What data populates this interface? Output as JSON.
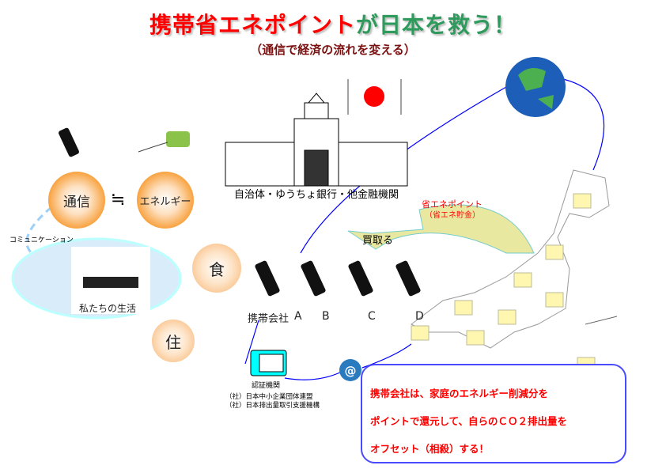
{
  "title": {
    "part1": "携帯省エネポイント",
    "part2": "が日本を救う！"
  },
  "subtitle": "（通信で経済の流れを変える）",
  "orbs": {
    "communication": "通信",
    "approx": "≒",
    "energy": "エネルギー",
    "food": "食",
    "housing": "住"
  },
  "communication_label": "コミュニケーション",
  "life_label": "私たちの生活",
  "institutions": "自治体・ゆうちょ銀行・他金融機関",
  "points": {
    "title": "省エネポイント",
    "sub": "（省エネ貯金）",
    "buy": "買取る"
  },
  "carriers": {
    "label": "携帯会社",
    "a": "A",
    "b": "B",
    "c": "C",
    "d": "D"
  },
  "certifier": {
    "title": "認証機関",
    "org1": "（社）日本中小企業団体連盟",
    "org2": "（社）日本排出量取引支援機構"
  },
  "at_symbol": "@",
  "message": {
    "line1": "携帯会社は、家庭のエネルギー削減分を",
    "line2": "ポイントで還元して、自らのＣＯ２排出量を",
    "line3": "オフセット（相殺）する！"
  },
  "colors": {
    "red": "#ff0000",
    "green": "#2e9a5c",
    "orange": "#f7921e",
    "blue": "#0000ff"
  }
}
